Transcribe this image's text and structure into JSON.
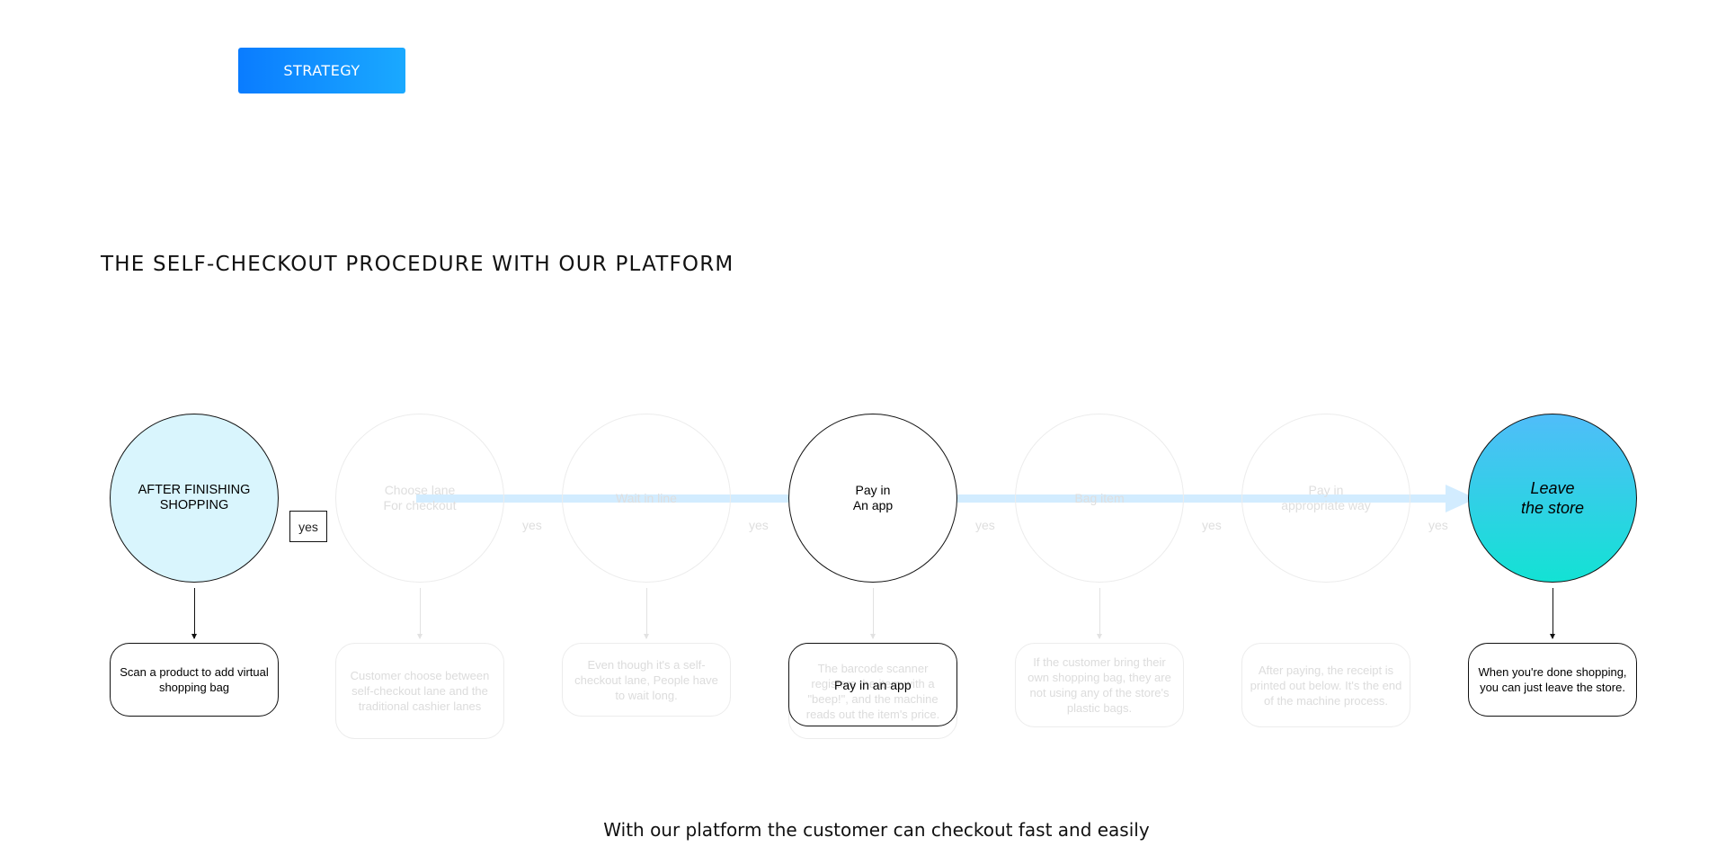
{
  "header": {
    "strategy_label": "STRATEGY"
  },
  "page": {
    "title": "THE SELF-CHECKOUT PROCEDURE WITH OUR PLATFORM",
    "footer": "With our platform the customer can checkout fast and easily"
  },
  "colors": {
    "accent_blue": "#0a7cff",
    "first_circle_fill": "#d9f5fd",
    "last_circle_gradient_top": "#50bdf9",
    "last_circle_gradient_bottom": "#13e2d4",
    "flow_arrow": "#d2ecff"
  },
  "steps": [
    {
      "title": "AFTER FINISHING\nSHOPPING",
      "desc": "Scan a product to add virtual shopping bag",
      "state": "active"
    },
    {
      "title": "Choose lane\nFor checkout",
      "desc": "Customer choose between self-checkout lane and the traditional cashier lanes",
      "state": "faded"
    },
    {
      "title": "Wait in line",
      "desc": "Even though it's a self-checkout lane, People have to wait long.",
      "state": "faded"
    },
    {
      "title": "Pay in\nAn app",
      "desc": "The barcode scanner registers the item with a \"beep!\", and the machine reads out the item's price.",
      "overlay": "Pay in an app",
      "state": "active"
    },
    {
      "title": "Bag item",
      "desc": "If the customer bring their own shopping bag, they are not using any of the store's plastic bags.",
      "state": "faded"
    },
    {
      "title": "Pay in\nappropriate way",
      "desc": "After paying, the receipt is printed out below. It's the end of the machine process.",
      "state": "faded"
    },
    {
      "title": "Leave\nthe store",
      "desc": "When you're done shopping, you can just leave the store.",
      "state": "active"
    }
  ],
  "connectors": {
    "first_yes": "yes",
    "faded_yes": [
      "yes",
      "yes",
      "yes",
      "yes",
      "yes"
    ]
  }
}
